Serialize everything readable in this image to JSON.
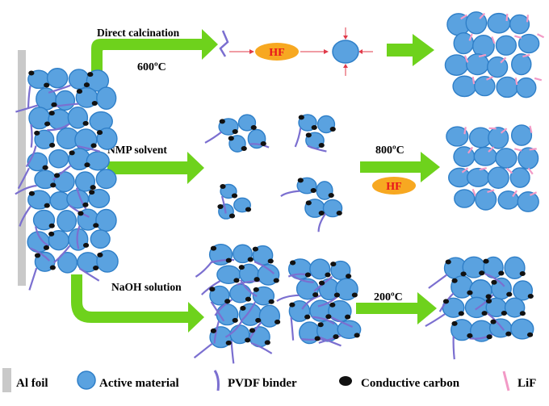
{
  "routes": [
    {
      "method": "Direct calcination",
      "temperature": "600ºC",
      "reagent": "HF"
    },
    {
      "method": "NMP solvent",
      "temperature": "800ºC",
      "reagent": "HF"
    },
    {
      "method": "NaOH solution",
      "temperature": "200ºC"
    }
  ],
  "legend": {
    "al_foil": "Al foil",
    "active_material": "Active material",
    "pvdf_binder": "PVDF binder",
    "conductive_carbon": "Conductive carbon",
    "lif": "LiF"
  },
  "colors": {
    "active_material": "#5aa2e0",
    "active_outline": "#2f7fc8",
    "pvdf": "#7b6fd0",
    "carbon": "#111111",
    "lif": "#f29ac6",
    "arrow": "#6ed21c",
    "al_foil": "#c9c9c9",
    "hf_fill": "#f7a821",
    "hf_text": "#e8141c"
  }
}
